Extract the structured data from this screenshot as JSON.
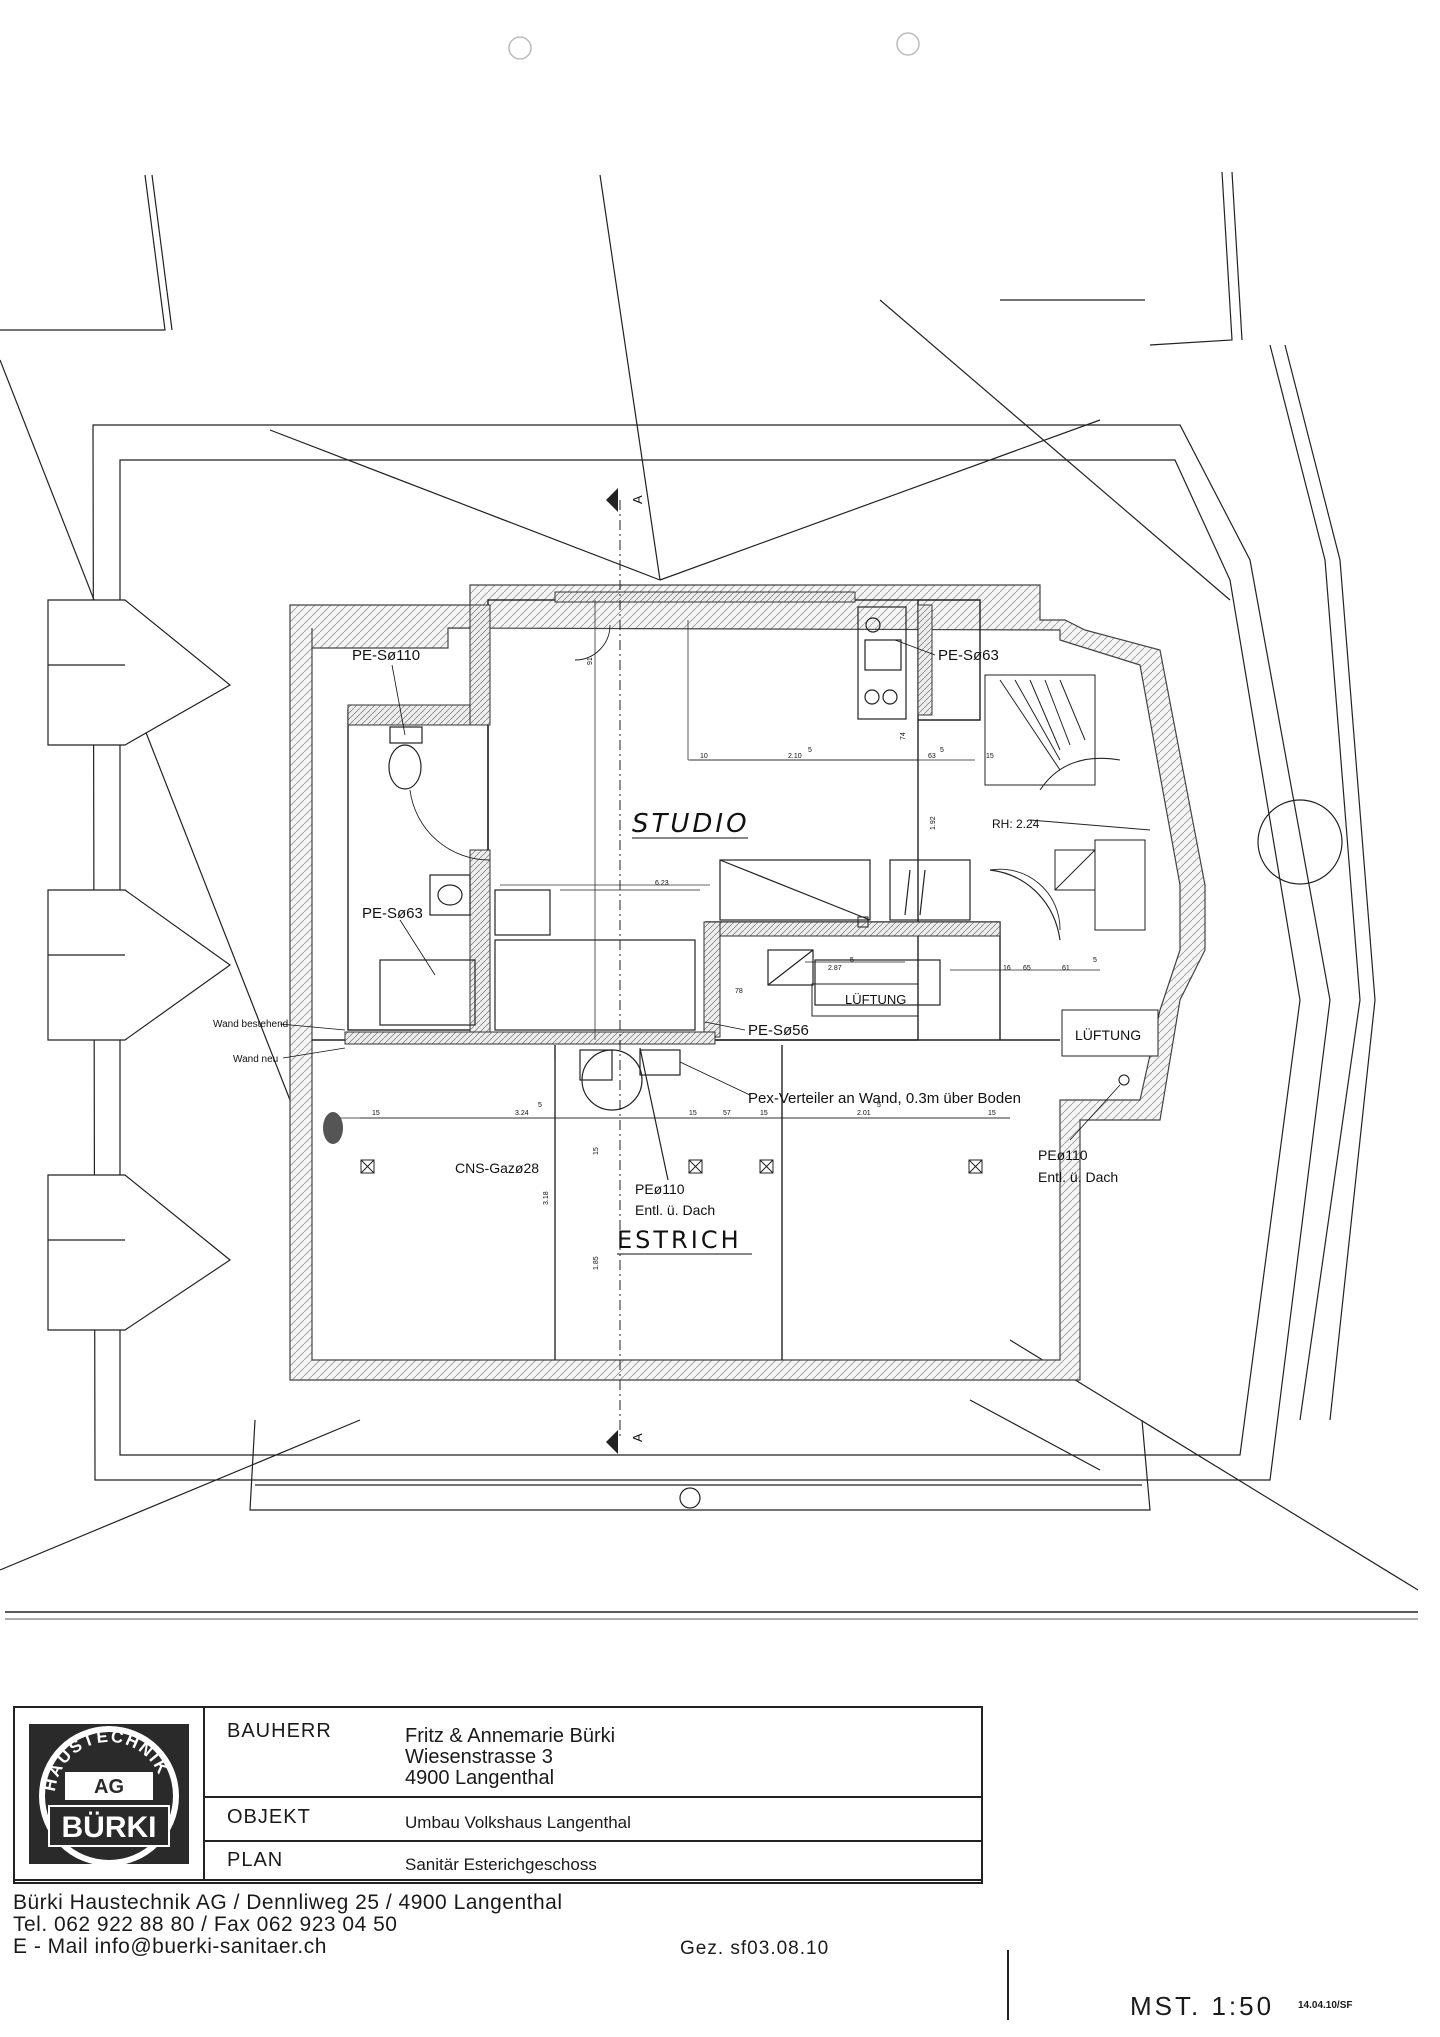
{
  "plan": {
    "room_studio": "STUDIO",
    "room_estrich": "ESTRICH",
    "section_marker": "A",
    "room_height": "RH: 2.24",
    "ventilation_1": "LÜFTUNG",
    "ventilation_2": "LÜFTUNG",
    "wall_existing": "Wand bestehend",
    "wall_new": "Wand neu",
    "pipes": {
      "pe_s110": "PE-Sø110",
      "pe_s63_kitchen": "PE-Sø63",
      "pe_s63_bath": "PE-Sø63",
      "pe_s56": "PE-Sø56",
      "pex": "Pex-Verteiler an Wand, 0.3m über Boden",
      "cns_gas": "CNS-Gazø28",
      "pe110_a_1": "PEø110",
      "pe110_a_2": "Entl. ü. Dach",
      "pe110_b_1": "PEø110",
      "pe110_b_2": "Entl. ü. Dach"
    },
    "dimensions": {
      "d_10": "10",
      "d_210": "2.10",
      "d_5a": "5",
      "d_74": "74",
      "d_63": "63",
      "d_5b": "5",
      "d_15a": "15",
      "d_623": "6.23",
      "d_287": "2.87",
      "d_5c": "5",
      "d_16": "16",
      "d_65": "65",
      "d_61": "61",
      "d_5d": "5",
      "d_78": "78",
      "d_15b": "15",
      "d_324": "3.24",
      "d_5e": "5",
      "d_15c": "15",
      "d_57": "57",
      "d_15d": "15",
      "d_201": "2.01",
      "d_5f": "5",
      "d_15e": "15",
      "d_318": "3.18",
      "d_185": "1.85",
      "d_15f": "15",
      "d_192": "1.92",
      "d_91": "91"
    }
  },
  "title_block": {
    "logo_arc": "HAUSTECHNIK",
    "logo_ag": "AG",
    "logo_name": "BÜRKI",
    "bauherr_label": "BAUHERR",
    "bauherr_line1": "Fritz & Annemarie Bürki",
    "bauherr_line2": "Wiesenstrasse 3",
    "bauherr_line3": "4900 Langenthal",
    "objekt_label": "OBJEKT",
    "objekt_value": "Umbau Volkshaus Langenthal",
    "plan_label": "PLAN",
    "plan_value": "Sanitär Esterichgeschoss"
  },
  "company": {
    "line1": "Bürki Haustechnik AG /  Dennliweg 25 /  4900 Langenthal",
    "line2": "Tel. 062 922 88 80 / Fax 062 923 04 50",
    "line3": "E - Mail info@buerki-sanitaer.ch"
  },
  "drawn_by": "Gez. sf03.08.10",
  "scale": "MST. 1:50",
  "date_code": "14.04.10/SF"
}
